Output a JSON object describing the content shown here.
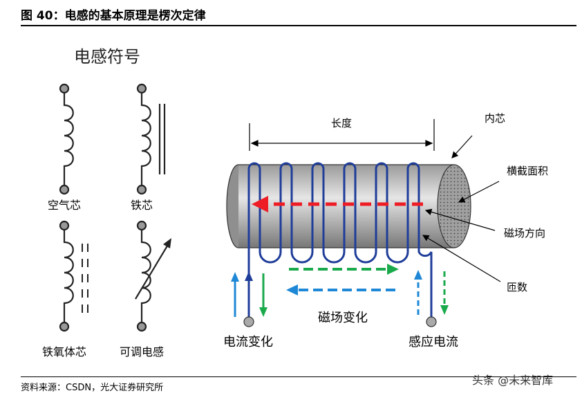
{
  "header": {
    "title": "图 40：电感的基本原理是楞次定律"
  },
  "symbols": {
    "heading": "电感符号",
    "air_core": "空气芯",
    "iron_core": "铁芯",
    "ferrite_core": "铁氧体芯",
    "adjustable": "可调电感"
  },
  "coil": {
    "length_label": "长度",
    "core_label": "内芯",
    "cross_section_label": "横截面积",
    "field_direction_label": "磁场方向",
    "turns_label": "匝数",
    "field_change_label": "磁场变化",
    "current_change_label": "电流变化",
    "induced_current_label": "感应电流"
  },
  "colors": {
    "blue": "#1f3d99",
    "red": "#ee1c25",
    "green": "#1aaa4b",
    "light_blue": "#1e88d6"
  },
  "footer": {
    "source": "资料来源：CSDN，光大证券研究所",
    "watermark": "头条 @未来智库"
  }
}
